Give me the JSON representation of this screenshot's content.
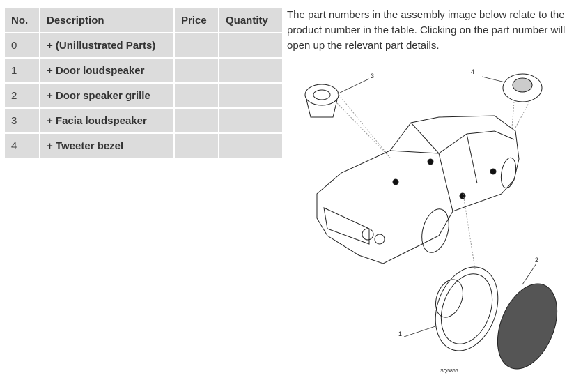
{
  "table": {
    "headers": [
      "No.",
      "Description",
      "Price",
      "Quantity"
    ],
    "rows": [
      {
        "no": "0",
        "description": "+ (Unillustrated Parts)",
        "price": "",
        "quantity": ""
      },
      {
        "no": "1",
        "description": "+ Door loudspeaker",
        "price": "",
        "quantity": ""
      },
      {
        "no": "2",
        "description": "+ Door speaker grille",
        "price": "",
        "quantity": ""
      },
      {
        "no": "3",
        "description": "+ Facia loudspeaker",
        "price": "",
        "quantity": ""
      },
      {
        "no": "4",
        "description": "+ Tweeter bezel",
        "price": "",
        "quantity": ""
      }
    ]
  },
  "intro": "The part numbers in the assembly image below relate to the product number in the table. Clicking on the part number will open up the relevant part details.",
  "diagram": {
    "callouts": [
      "1",
      "2",
      "3",
      "4"
    ],
    "code": "SQ5866"
  }
}
